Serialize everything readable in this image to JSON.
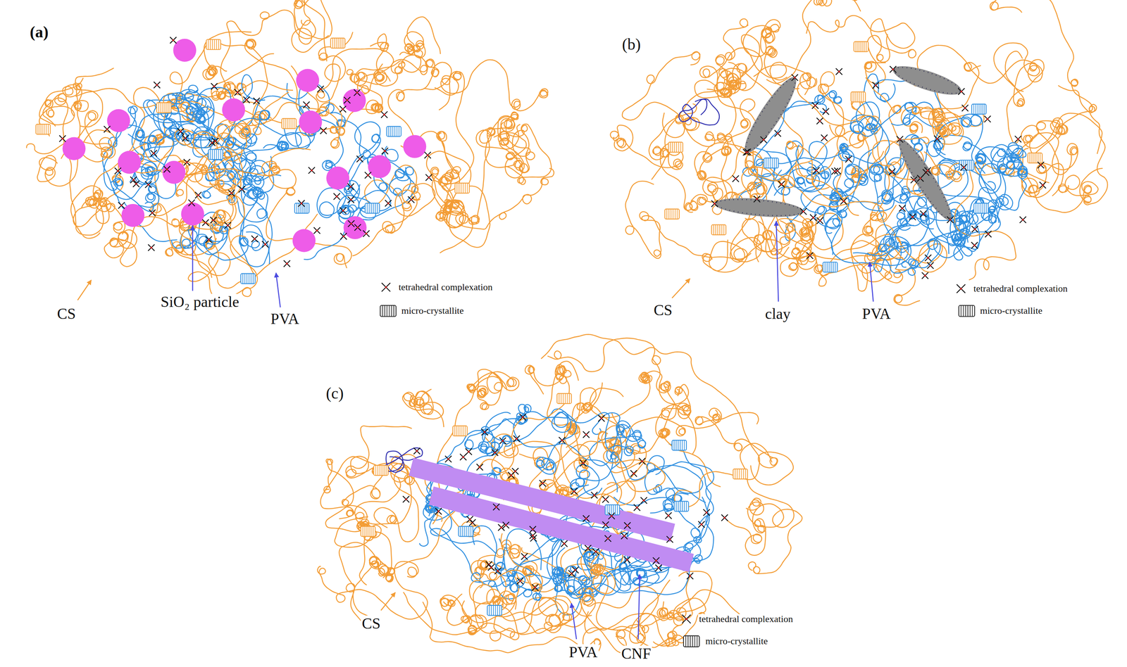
{
  "diagram": {
    "labels": [
      "(a)",
      "CS",
      "SiO₂ particle",
      "PVA",
      "(b)",
      "CS",
      "clay",
      "PVA",
      "(c)",
      "CS",
      "PVA",
      "CNF"
    ],
    "legend": [
      {
        "text": "tetrahedral complexation"
      },
      {
        "text": "micro-crystallite"
      },
      {
        "text": "tetrahedral complexation"
      },
      {
        "text": "micro-crystallite"
      },
      {
        "text": "tetrahedral complexation"
      },
      {
        "text": "micro-crystallite"
      }
    ]
  }
}
